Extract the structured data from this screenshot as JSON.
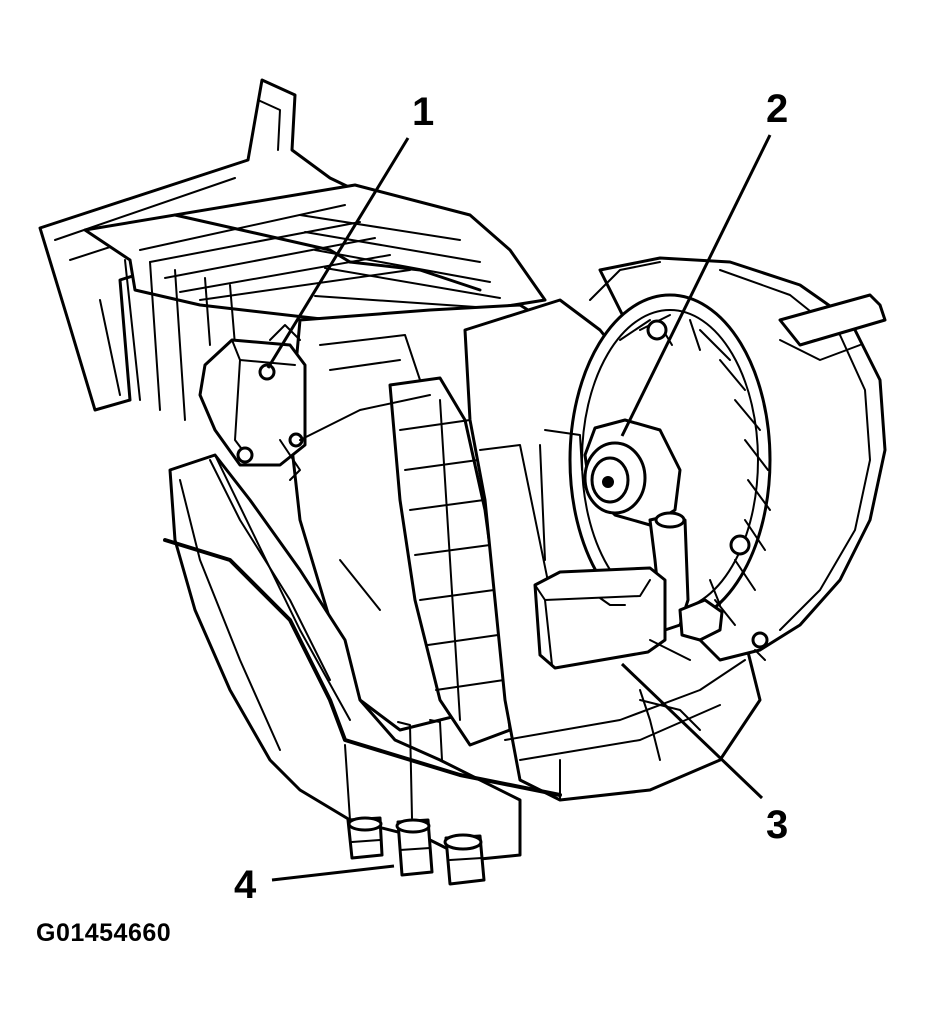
{
  "figure": {
    "id_text": "G01454660"
  },
  "callouts": [
    {
      "number": "1"
    },
    {
      "number": "2"
    },
    {
      "number": "3"
    },
    {
      "number": "4"
    }
  ]
}
